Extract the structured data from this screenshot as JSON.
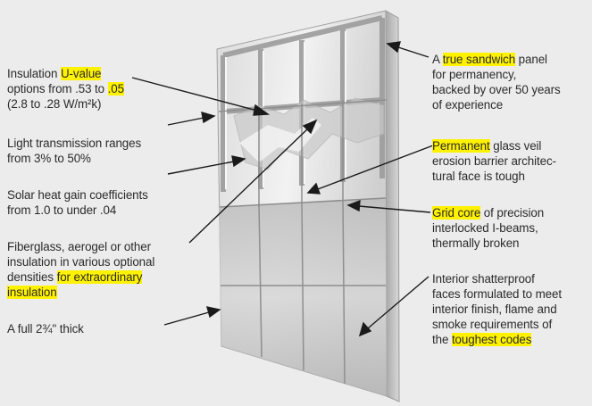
{
  "left_callouts": {
    "insulation": {
      "line1_pre": "Insulation ",
      "line1_hl": "U-value",
      "line2_pre": "options from .53 to ",
      "line2_hl": ".05",
      "line3": "(2.8 to .28 W/m²k)"
    },
    "light": {
      "line1": "Light transmission ranges",
      "line2": "from 3% to 50%"
    },
    "solar": {
      "line1": "Solar heat gain coefficients",
      "line2": "from 1.0 to under .04"
    },
    "fiberglass": {
      "line1": "Fiberglass, aerogel or other",
      "line2": "insulation in various optional",
      "line3_pre": "densities ",
      "line3_hl": "for extraordinary",
      "line4_hl": "insulation"
    },
    "thick": {
      "line1": "A full 2¾\" thick"
    }
  },
  "right_callouts": {
    "sandwich": {
      "line1_pre": "A ",
      "line1_hl": "true sandwich",
      "line1_post": " panel",
      "line2": "for permanency,",
      "line3": "backed by over 50 years",
      "line4": "of experience"
    },
    "permanent": {
      "line1_hl": "Permanent",
      "line1_post": " glass veil",
      "line2": "erosion barrier architec-",
      "line3": "tural face is tough"
    },
    "grid": {
      "line1_hl": "Grid core",
      "line1_post": " of precision",
      "line2": "interlocked I-beams,",
      "line3": "thermally broken"
    },
    "interior": {
      "line1": "Interior shatterproof",
      "line2": "faces formulated to meet",
      "line3": "interior finish, flame and",
      "line4": "smoke requirements of",
      "line5_pre": "the ",
      "line5_hl": "toughest codes"
    }
  },
  "colors": {
    "highlight": "#fff200",
    "background": "#ececec",
    "text": "#2b2b2b",
    "arrow": "#1a1a1a"
  }
}
